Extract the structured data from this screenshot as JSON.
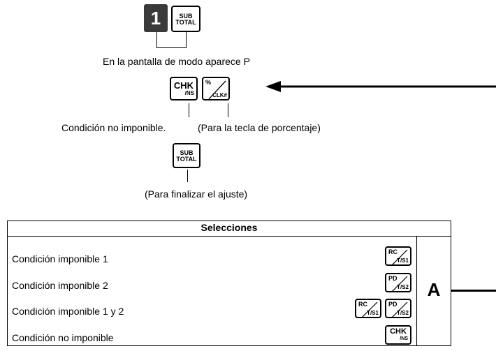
{
  "top_keys": {
    "digit_key": "1",
    "subtotal_line1": "SUB",
    "subtotal_line2": "TOTAL"
  },
  "caption_mode": "En la pantalla de modo aparece P",
  "keys": {
    "chk_top": "CHK",
    "chk_bottom": "/NS",
    "pct_top": "%",
    "pct_bottom": "CLK#",
    "rc_top": "RC",
    "rc_bottom": "T/S1",
    "pd_top": "PD",
    "pd_bottom": "T/S2"
  },
  "caption_nontax": "Condición no imponible.",
  "caption_percent": "(Para la tecla de porcentaje)",
  "caption_finish": "(Para finalizar el ajuste)",
  "table": {
    "header": "Selecciones",
    "rows": [
      "Condición imponible 1",
      "Condición imponible 2",
      "Condición imponible 1 y 2",
      "Condición no imponible"
    ],
    "side_label": "A"
  }
}
